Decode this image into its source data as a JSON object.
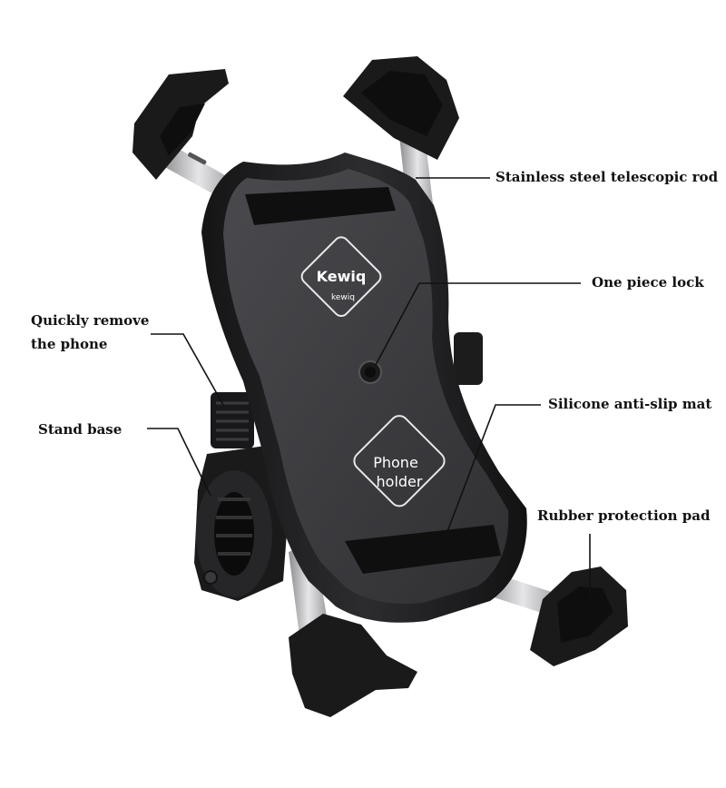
{
  "brand": {
    "logo_monogram": "Kewiq",
    "logo_word": "kewiq",
    "panel_text_line1": "Phone",
    "panel_text_line2": "holder"
  },
  "callouts": {
    "telescopic_rod": "Stainless steel telescopic rod",
    "one_piece_lock": "One piece lock",
    "quick_remove_line1": "Quickly remove",
    "quick_remove_line2": "the phone",
    "silicone_mat": "Silicone anti-slip mat",
    "stand_base": "Stand base",
    "rubber_pad": "Rubber protection pad"
  },
  "colors": {
    "body_dark": "#1c1c1d",
    "body_mid": "#2a2a2c",
    "body_face": "#3a3a3d",
    "pad_black": "#0e0e0f",
    "steel": "#c9c9cc",
    "line": "#111111"
  }
}
